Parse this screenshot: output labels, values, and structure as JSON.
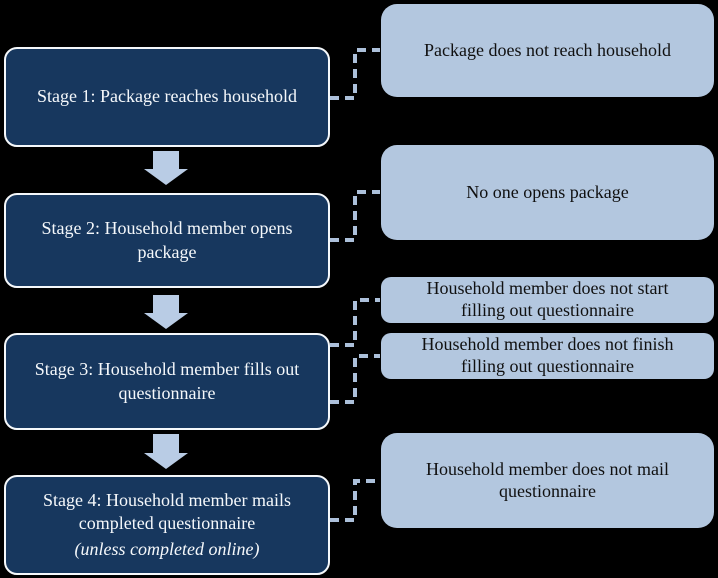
{
  "stages": [
    {
      "label": "Stage 1: Package reaches household",
      "lines": [
        "Stage 1: Package reaches household"
      ]
    },
    {
      "label": "Stage 2: Household member opens package",
      "lines": [
        "Stage 2: Household member opens",
        "package"
      ]
    },
    {
      "label": "Stage 3: Household member fills out questionnaire",
      "lines": [
        "Stage 3: Household member fills out",
        "questionnaire"
      ]
    },
    {
      "label": "Stage 4: Household member mails completed questionnaire",
      "lines": [
        "Stage 4: Household member mails",
        "completed questionnaire"
      ],
      "note": "(unless completed online)"
    }
  ],
  "failures": [
    {
      "label": "Package does not reach household",
      "lines": [
        "Package does not reach household"
      ]
    },
    {
      "label": "No one opens package",
      "lines": [
        "No one opens package"
      ]
    },
    {
      "label": "Household member does not start filling out questionnaire",
      "lines": [
        "Household member does not start",
        "filling out questionnaire"
      ]
    },
    {
      "label": "Household member does not finish filling out questionnaire",
      "lines": [
        "Household member does not finish",
        "filling out questionnaire"
      ]
    },
    {
      "label": "Household member does not mail questionnaire",
      "lines": [
        "Household member does not mail",
        "questionnaire"
      ]
    }
  ],
  "colors": {
    "background": "#000000",
    "stage-fill": "#17375E",
    "stage-border": "#F5F8FB",
    "stage-text": "#F5F8FB",
    "callout-fill": "#B3C7DF",
    "callout-text": "#101010",
    "connector": "#ACC0DA",
    "arrow": "#B9CCE5"
  }
}
